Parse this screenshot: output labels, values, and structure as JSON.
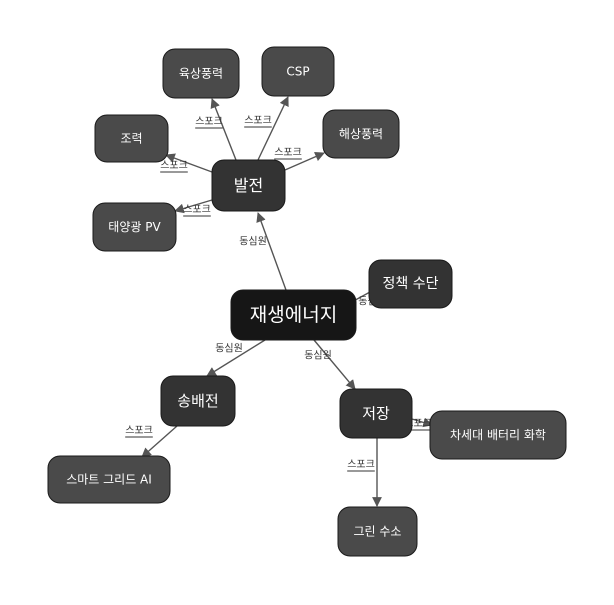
{
  "nodes": {
    "center": "재생에너지",
    "power": "발전",
    "policy": "정책 수단",
    "grid": "송배전",
    "storage": "저장",
    "onshore": "육상풍력",
    "csp": "CSP",
    "tidal": "조력",
    "offshore": "해상풍력",
    "solar": "태양광 PV",
    "smartgrid": "스마트 그리드 AI",
    "battery": "차세대 배터리 화학",
    "hydrogen": "그린 수소"
  },
  "edge_labels": {
    "concentric": "동심원",
    "spoke": "스포크"
  },
  "colors": {
    "center_fill": "#161616",
    "hub_fill": "#333333",
    "leaf_fill": "#4a4a4a",
    "edge": "#555555"
  }
}
